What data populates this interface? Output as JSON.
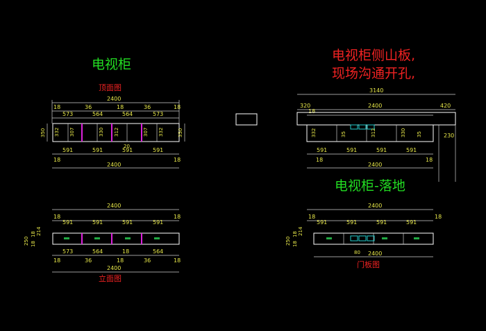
{
  "titles": {
    "tv_cabinet": "电视柜",
    "top_view": "顶面图",
    "side_panel_line1": "电视柜侧山板,",
    "side_panel_line2": "现场沟通开孔,",
    "floor_cabinet": "电视柜-落地",
    "elevation": "立面图",
    "door_panel": "门板图"
  },
  "dims": {
    "d2400": "2400",
    "d3140": "3140",
    "d18": "18",
    "d573": "573",
    "d36": "36",
    "d564": "564",
    "d591": "591",
    "d350": "350",
    "d320": "320",
    "d420": "420",
    "d230": "230",
    "d250": "250",
    "d214": "214",
    "d80": "80",
    "d332": "332",
    "d312": "312",
    "d330": "330",
    "d307": "307",
    "d35": "35",
    "d20": "20",
    "d18_v": "18"
  },
  "colors": {
    "background": "#000000",
    "dimension": "#e8e84a",
    "title_green": "#22dd22",
    "title_red": "#ee2222",
    "divider": "#dd22dd",
    "handle": "#22aa44",
    "accent": "#22cccc"
  }
}
